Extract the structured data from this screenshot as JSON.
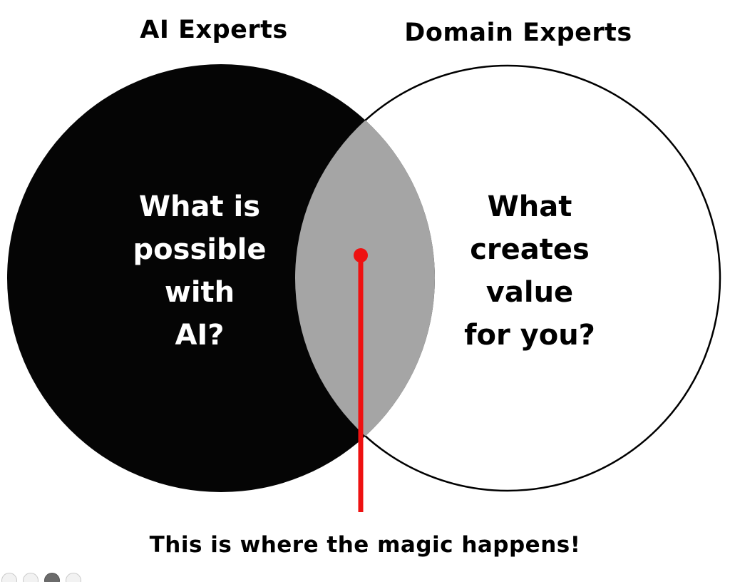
{
  "diagram": {
    "left_circle": {
      "title": "AI Experts",
      "lines": [
        "What is",
        "possible",
        "with",
        "AI?"
      ],
      "fill": "#050505",
      "text_color": "#ffffff"
    },
    "right_circle": {
      "title": "Domain Experts",
      "lines": [
        "What",
        "creates",
        "value",
        "for you?"
      ],
      "fill": "#ffffff",
      "stroke": "#000000",
      "text_color": "#000000"
    },
    "overlap": {
      "fill": "#a5a5a5"
    },
    "annotation": {
      "label": "This is where the magic happens!",
      "color": "#ee1111"
    }
  },
  "footer": {
    "icons": [
      {
        "name": "social-circle-1"
      },
      {
        "name": "social-circle-2"
      },
      {
        "name": "social-circle-3"
      },
      {
        "name": "social-circle-4"
      }
    ]
  }
}
